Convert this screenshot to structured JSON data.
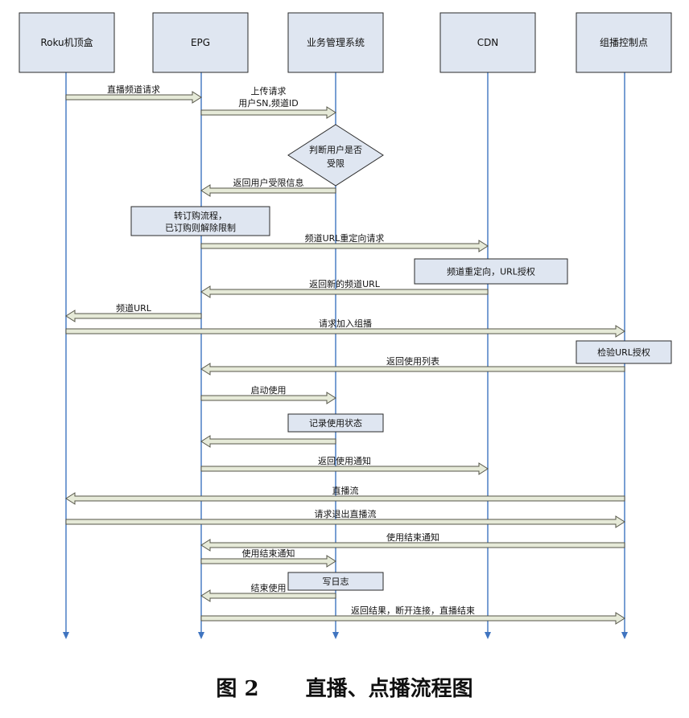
{
  "participants": [
    {
      "id": "roku",
      "label": "Roku机顶盒"
    },
    {
      "id": "epg",
      "label": "EPG"
    },
    {
      "id": "bms",
      "label": "业务管理系统"
    },
    {
      "id": "cdn",
      "label": "CDN"
    },
    {
      "id": "mcp",
      "label": "组播控制点"
    }
  ],
  "messages": [
    {
      "from": "roku",
      "to": "epg",
      "label": "直播频道请求"
    },
    {
      "from": "epg",
      "to": "bms",
      "label": "上传请求",
      "label2": "用户SN,频道ID"
    },
    {
      "from": "bms",
      "to": "epg",
      "label": "返回用户受限信息"
    },
    {
      "from": "epg",
      "to": "cdn",
      "label": "频道URL重定向请求"
    },
    {
      "from": "cdn",
      "to": "epg",
      "label": "返回新的频道URL"
    },
    {
      "from": "epg",
      "to": "roku",
      "label": "频道URL"
    },
    {
      "from": "roku",
      "to": "mcp",
      "label": "请求加入组播"
    },
    {
      "from": "mcp",
      "to": "epg",
      "label": "返回使用列表"
    },
    {
      "from": "epg",
      "to": "bms",
      "label": "启动使用"
    },
    {
      "from": "bms",
      "to": "epg",
      "label": ""
    },
    {
      "from": "epg",
      "to": "cdn",
      "label": "返回使用通知"
    },
    {
      "from": "mcp",
      "to": "roku",
      "label": "直播流"
    },
    {
      "from": "roku",
      "to": "mcp",
      "label": "请求退出直播流"
    },
    {
      "from": "mcp",
      "to": "epg",
      "label": "使用结束通知"
    },
    {
      "from": "epg",
      "to": "bms",
      "label": "使用结束通知"
    },
    {
      "from": "bms",
      "to": "epg",
      "label": "结束使用"
    },
    {
      "from": "epg",
      "to": "mcp",
      "label": "返回结果，断开连接，直播结束"
    }
  ],
  "decision": {
    "line1": "判断用户是否",
    "line2": "受限"
  },
  "notes": [
    {
      "id": "subscribe",
      "line1": "转订购流程，",
      "line2": "已订购则解除限制"
    },
    {
      "id": "redirect",
      "line1": "频道重定向，URL授权"
    },
    {
      "id": "verify",
      "line1": "检验URL授权"
    },
    {
      "id": "record",
      "line1": "记录使用状态"
    },
    {
      "id": "log",
      "line1": "写日志"
    }
  ],
  "caption": {
    "number": "图 2",
    "title": "直播、点播流程图"
  },
  "colors": {
    "box_fill": "#dfe6f1",
    "box_stroke": "#2a2a2a",
    "lifeline": "#3f74c0",
    "arrow_fill": "#e6ead8",
    "arrow_stroke": "#555548"
  }
}
